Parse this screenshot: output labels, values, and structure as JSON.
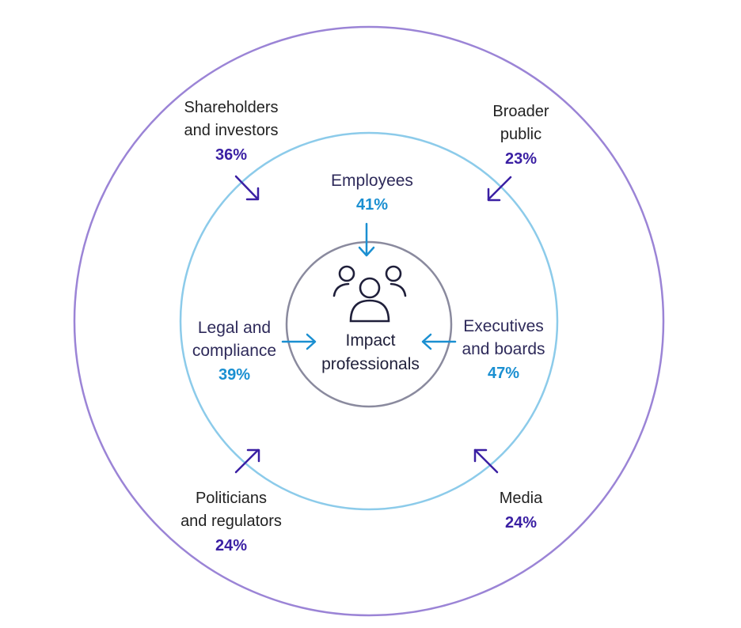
{
  "center": {
    "icon": "people-group-icon",
    "line1": "Impact",
    "line2": "professionals"
  },
  "inner_ring": [
    {
      "id": "employees",
      "line1": "Employees",
      "line2": "",
      "value": "41%"
    },
    {
      "id": "legal",
      "line1": "Legal and",
      "line2": "compliance",
      "value": "39%"
    },
    {
      "id": "executives",
      "line1": "Executives",
      "line2": "and boards",
      "value": "47%"
    }
  ],
  "outer_ring": [
    {
      "id": "shareholders",
      "line1": "Shareholders",
      "line2": "and investors",
      "value": "36%"
    },
    {
      "id": "public",
      "line1": "Broader",
      "line2": "public",
      "value": "23%"
    },
    {
      "id": "politicians",
      "line1": "Politicians",
      "line2": "and regulators",
      "value": "24%"
    },
    {
      "id": "media",
      "line1": "Media",
      "line2": "",
      "value": "24%"
    }
  ],
  "colors": {
    "outer_ring": "#9b84d6",
    "middle_ring": "#8ccbea",
    "inner_ring": "#8a8a9e",
    "outer_accent": "#3a1fa3",
    "inner_accent": "#1a8fd1",
    "text": "#222222"
  }
}
